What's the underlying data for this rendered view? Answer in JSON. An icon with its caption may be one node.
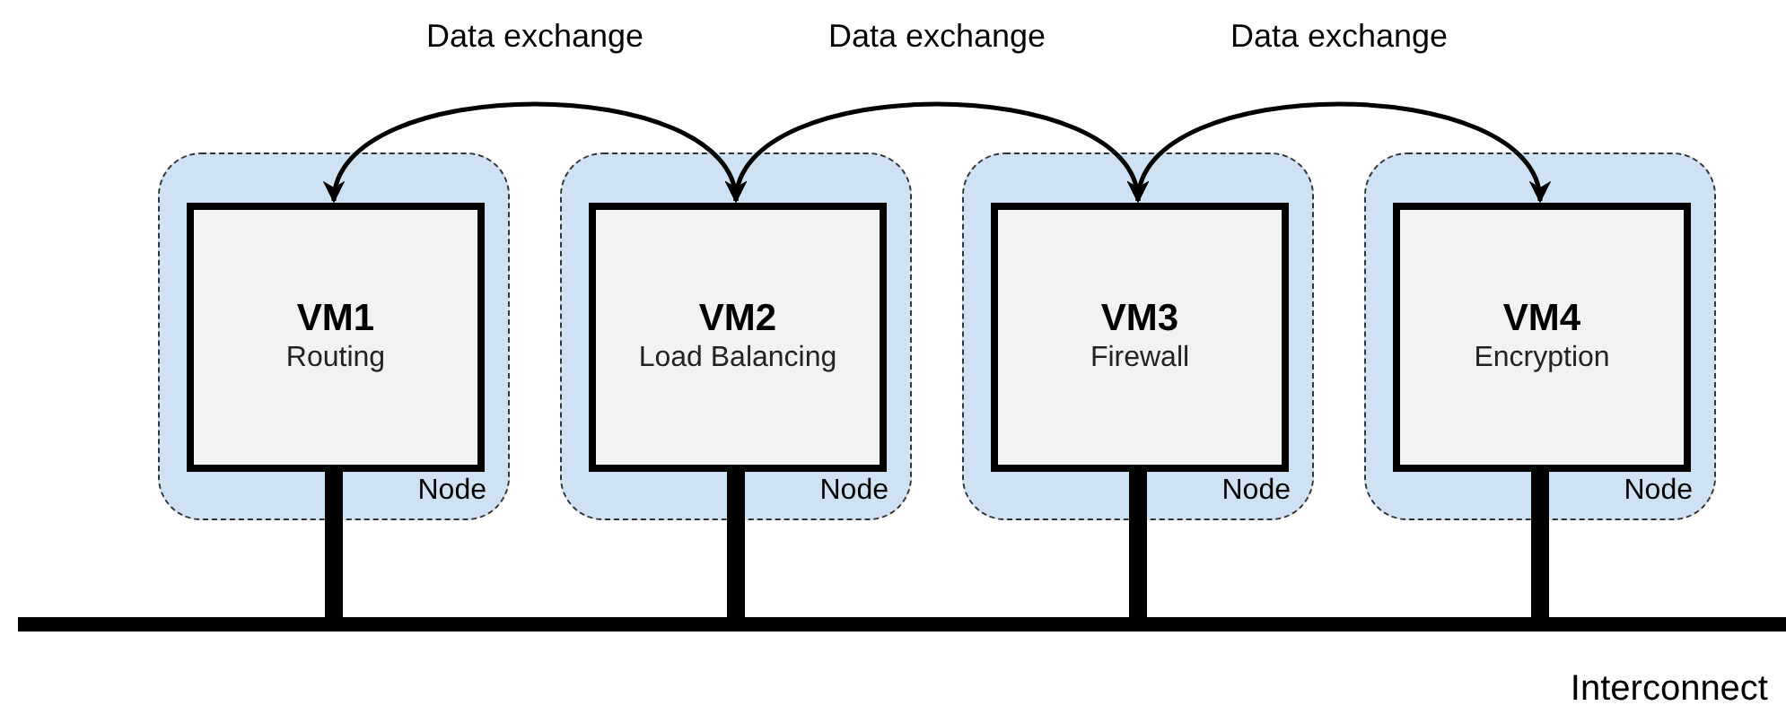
{
  "diagram": {
    "nodes": [
      {
        "text": [
          "Node"
        ]
      },
      {
        "text": [
          "VM1",
          "Routing"
        ],
        "in": 0
      },
      {
        "text": [
          "Node"
        ]
      },
      {
        "text": [
          "VM2",
          "Load Balancing"
        ],
        "in": 2
      },
      {
        "text": [
          "Node"
        ]
      },
      {
        "text": [
          "VM3",
          "Firewall"
        ],
        "in": 4
      },
      {
        "text": [
          "Node"
        ]
      },
      {
        "text": [
          "VM4",
          "Encryption"
        ],
        "in": 6
      },
      {
        "text": [
          "Interconnect"
        ]
      }
    ],
    "edges": [
      {
        "from": 1,
        "to": 3,
        "arrow": "both",
        "label": "Data exchange"
      },
      {
        "from": 3,
        "to": 5,
        "arrow": "both",
        "label": "Data exchange"
      },
      {
        "from": 5,
        "to": 7,
        "arrow": "both",
        "label": "Data exchange"
      },
      {
        "from": 1,
        "to": 8,
        "arrow": "none"
      },
      {
        "from": 3,
        "to": 8,
        "arrow": "none"
      },
      {
        "from": 5,
        "to": 8,
        "arrow": "none"
      },
      {
        "from": 7,
        "to": 8,
        "arrow": "none"
      }
    ]
  }
}
